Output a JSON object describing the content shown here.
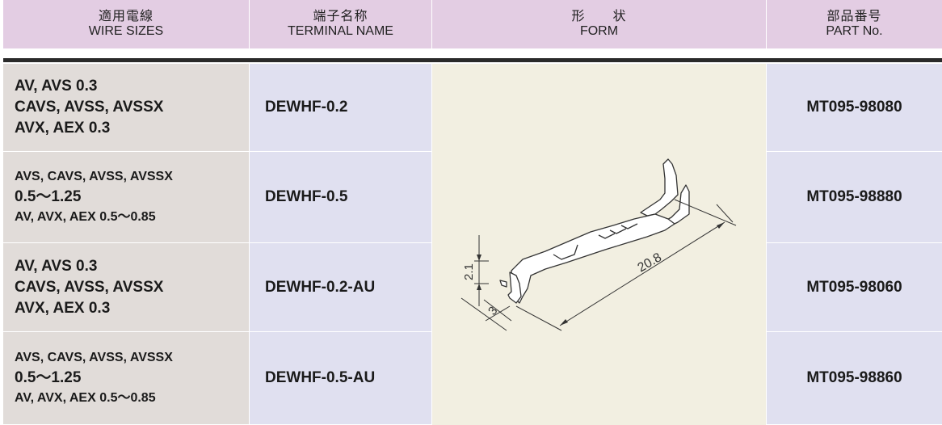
{
  "header": {
    "wire": {
      "jp": "適用電線",
      "en": "WIRE SIZES"
    },
    "terminal": {
      "jp": "端子名称",
      "en": "TERMINAL NAME"
    },
    "form": {
      "jp": "形　　状",
      "en": "FORM"
    },
    "part": {
      "jp": "部品番号",
      "en": "PART No."
    }
  },
  "rows": [
    {
      "wire": [
        "AV, AVS 0.3",
        "CAVS, AVSS, AVSSX",
        "AVX, AEX 0.3"
      ],
      "terminal": "DEWHF-0.2",
      "part": "MT095-98080"
    },
    {
      "wire": [
        "AVS, CAVS, AVSS, AVSSX",
        "0.5～1.25",
        "AV, AVX, AEX 0.5～0.85"
      ],
      "terminal": "DEWHF-0.5",
      "part": "MT095-98880"
    },
    {
      "wire": [
        "AV, AVS 0.3",
        "CAVS, AVSS, AVSSX",
        "AVX, AEX 0.3"
      ],
      "terminal": "DEWHF-0.2-AU",
      "part": "MT095-98060"
    },
    {
      "wire": [
        "AVS, CAVS, AVSS, AVSSX",
        "0.5～1.25",
        "AV, AVX, AEX 0.5～0.85"
      ],
      "terminal": "DEWHF-0.5-AU",
      "part": "MT095-98860"
    }
  ],
  "drawing": {
    "dim_length": "20.8",
    "dim_height": "2.1",
    "dim_width": "3"
  }
}
